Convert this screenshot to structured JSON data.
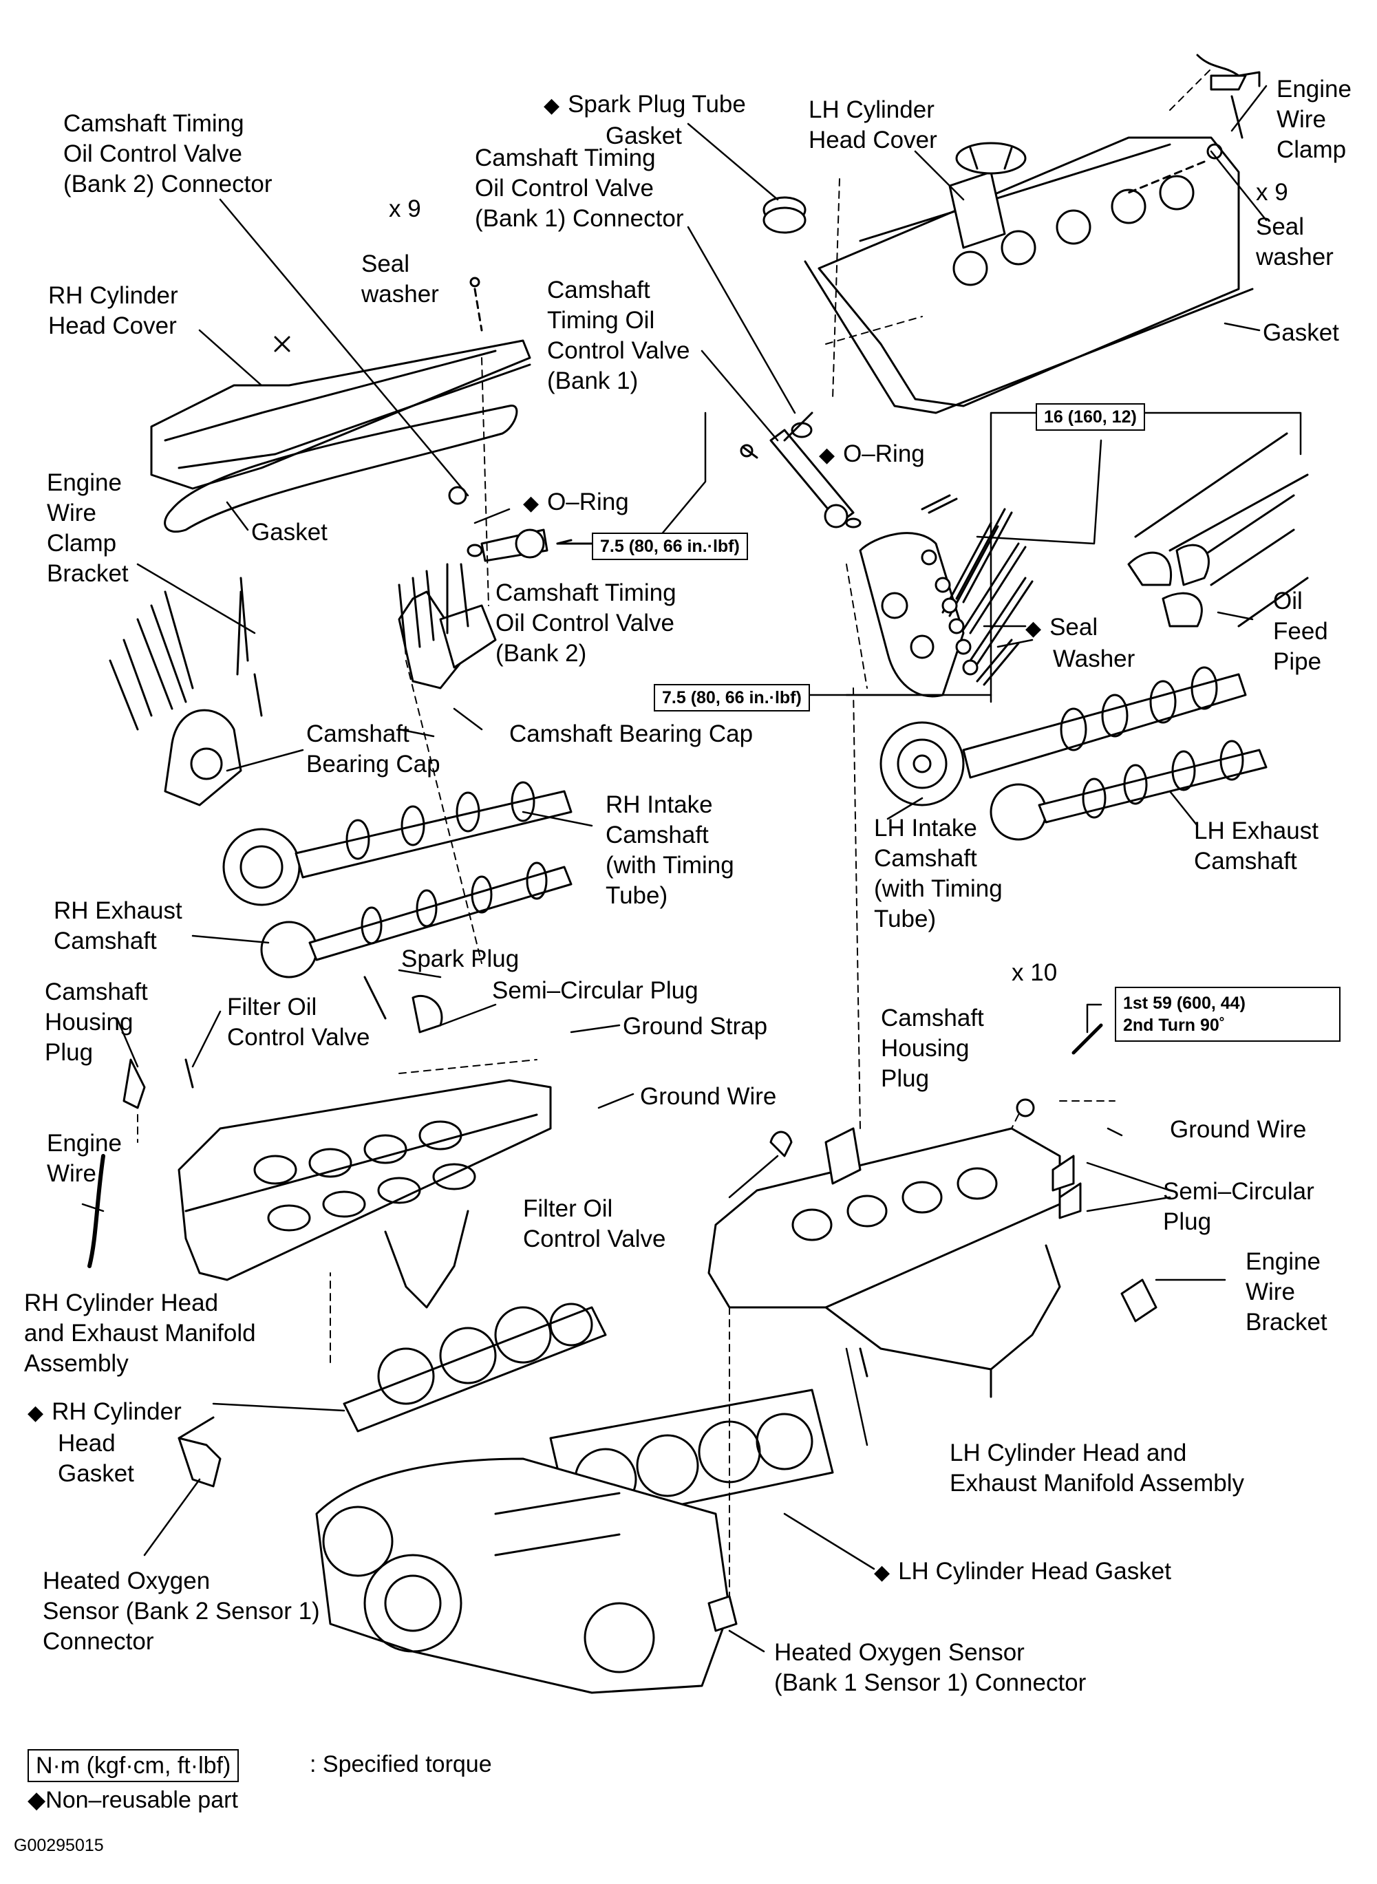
{
  "labels": {
    "spark_plug_tube_gasket": [
      "Spark Plug Tube",
      "Gasket"
    ],
    "lh_cylinder_head_cover": [
      "LH Cylinder",
      "Head Cover"
    ],
    "engine_wire_clamp_top": [
      "Engine",
      "Wire",
      "Clamp"
    ],
    "camshaft_ocv_bank2_connector": [
      "Camshaft Timing",
      "Oil Control Valve",
      "(Bank 2) Connector"
    ],
    "camshaft_ocv_bank1_connector": [
      "Camshaft Timing",
      "Oil Control Valve",
      "(Bank 1) Connector"
    ],
    "x9_left": "x 9",
    "x9_right": "x 9",
    "seal_washer_left": [
      "Seal",
      "washer"
    ],
    "seal_washer_right": [
      "Seal",
      "washer"
    ],
    "rh_cylinder_head_cover": [
      "RH Cylinder",
      "Head Cover"
    ],
    "camshaft_ocv_bank1": [
      "Camshaft",
      "Timing Oil",
      "Control Valve",
      "(Bank 1)"
    ],
    "gasket_right": "Gasket",
    "gasket_left": "Gasket",
    "o_ring_upper": "O–Ring",
    "o_ring_lower": "O–Ring",
    "engine_wire_clamp_bracket": [
      "Engine",
      "Wire",
      "Clamp",
      "Bracket"
    ],
    "camshaft_ocv_bank2": [
      "Camshaft Timing",
      "Oil Control Valve",
      "(Bank 2)"
    ],
    "seal_washer_mid": [
      "Seal",
      "Washer"
    ],
    "oil_feed_pipe": [
      "Oil",
      "Feed",
      "Pipe"
    ],
    "camshaft_bearing_cap_left": [
      "Camshaft",
      "Bearing Cap"
    ],
    "camshaft_bearing_cap_mid": "Camshaft Bearing Cap",
    "rh_intake_camshaft": [
      "RH Intake",
      "Camshaft",
      "(with Timing",
      "Tube)"
    ],
    "lh_intake_camshaft": [
      "LH Intake",
      "Camshaft",
      "(with Timing",
      "Tube)"
    ],
    "lh_exhaust_camshaft": [
      "LH Exhaust",
      "Camshaft"
    ],
    "rh_exhaust_camshaft": [
      "RH Exhaust",
      "Camshaft"
    ],
    "spark_plug": "Spark Plug",
    "semi_circular_plug_top": "Semi–Circular Plug",
    "camshaft_housing_plug_left": [
      "Camshaft",
      "Housing",
      "Plug"
    ],
    "filter_ocv_left": [
      "Filter Oil",
      "Control Valve"
    ],
    "ground_strap": "Ground Strap",
    "x10": "x 10",
    "camshaft_housing_plug_right": [
      "Camshaft",
      "Housing",
      "Plug"
    ],
    "ground_wire_left": "Ground Wire",
    "ground_wire_right": "Ground Wire",
    "engine_wire": [
      "Engine",
      "Wire"
    ],
    "semi_circular_plug_right": [
      "Semi–Circular",
      "Plug"
    ],
    "filter_ocv_right": [
      "Filter Oil",
      "Control Valve"
    ],
    "engine_wire_bracket": [
      "Engine",
      "Wire",
      "Bracket"
    ],
    "rh_head_exhaust_assembly": [
      "RH Cylinder Head",
      "and Exhaust Manifold",
      "Assembly"
    ],
    "rh_cylinder_head_gasket": [
      "RH Cylinder",
      "Head",
      "Gasket"
    ],
    "lh_head_exhaust_assembly": [
      "LH Cylinder Head and",
      "Exhaust Manifold Assembly"
    ],
    "lh_cylinder_head_gasket": "LH Cylinder Head Gasket",
    "ho2s_bank2": [
      "Heated Oxygen",
      "Sensor (Bank 2 Sensor 1)",
      "Connector"
    ],
    "ho2s_bank1": [
      "Heated Oxygen Sensor",
      "(Bank 1 Sensor 1) Connector"
    ]
  },
  "torques": {
    "ocv_bolt": "7.5 (80, 66 in.·lbf)",
    "cap_bolt_top": "16 (160, 12)",
    "cap_bolt_small": "7.5 (80, 66 in.·lbf)",
    "head_bolt_1": "1st  59 (600, 44)",
    "head_bolt_2": "2nd Turn 90˚"
  },
  "legend": {
    "unit_box": "N·m (kgf·cm, ft·lbf)",
    "unit_text": ": Specified torque",
    "non_reusable": "Non–reusable part",
    "diamond": "◆"
  },
  "figure_id": "G00295015"
}
